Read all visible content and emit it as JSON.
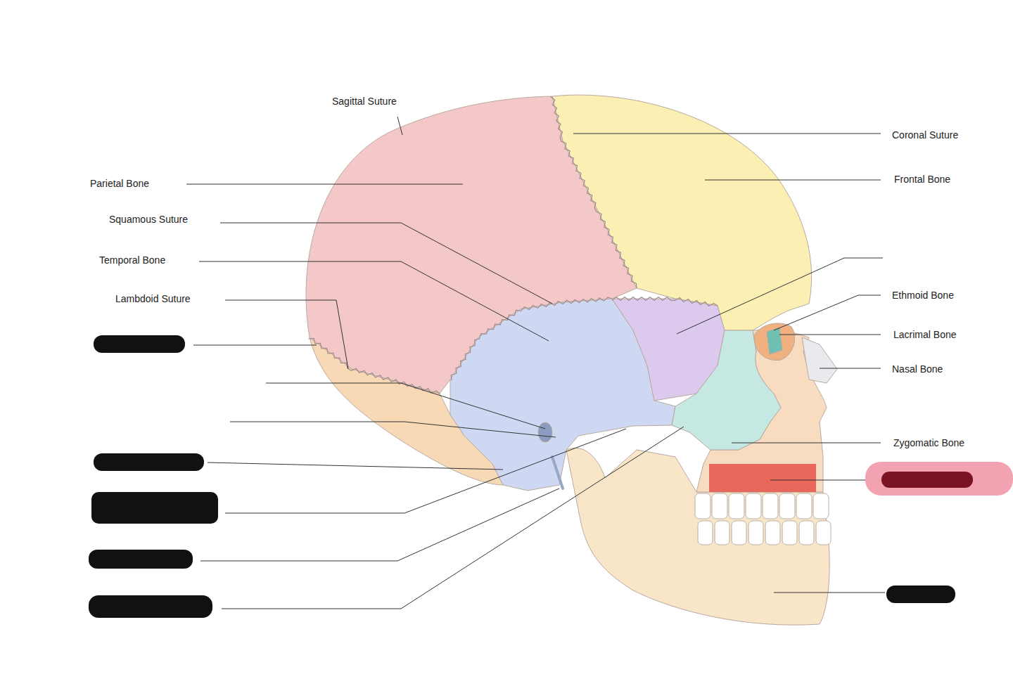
{
  "diagram": {
    "labels": [
      "Sagittal Suture",
      "Coronal Suture",
      "Frontal Bone",
      "Parietal Bone",
      "Squamous Suture",
      "Temporal Bone",
      "Lambdoid Suture",
      "Ethmoid Bone",
      "Lacrimal Bone",
      "Nasal Bone",
      "Zygomatic Bone"
    ]
  }
}
